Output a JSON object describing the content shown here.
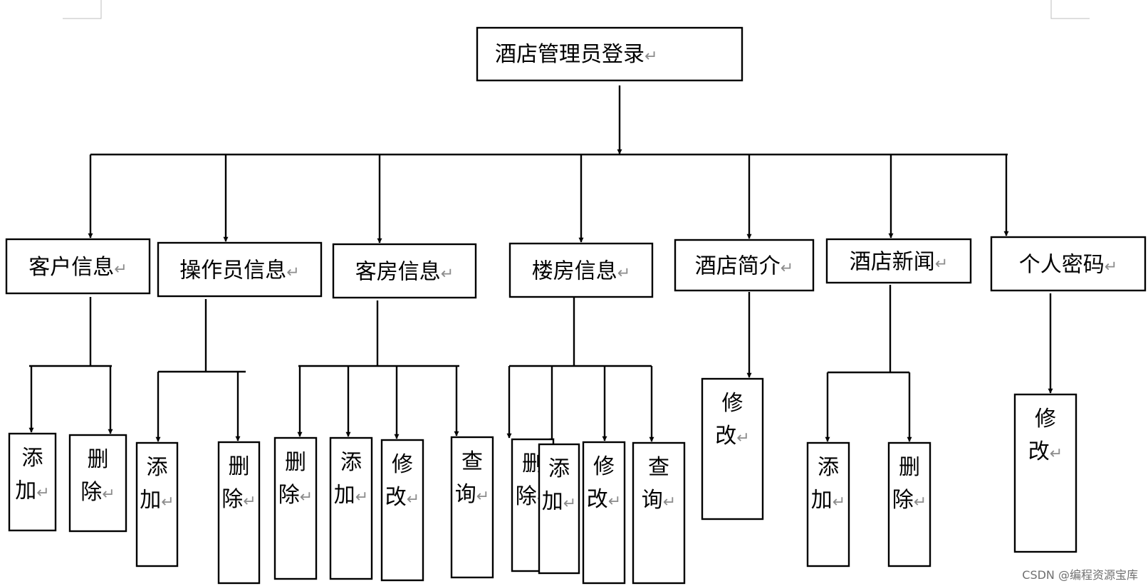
{
  "root": {
    "label": "酒店管理员登录"
  },
  "modules": [
    {
      "label": "客户信息",
      "children": [
        {
          "label": "添加"
        },
        {
          "label": "删除"
        }
      ]
    },
    {
      "label": "操作员信息",
      "children": [
        {
          "label": "添加"
        },
        {
          "label": "删除"
        }
      ]
    },
    {
      "label": "客房信息",
      "children": [
        {
          "label": "删除"
        },
        {
          "label": "添加"
        },
        {
          "label": "修改"
        },
        {
          "label": "查询"
        }
      ]
    },
    {
      "label": "楼房信息",
      "children": [
        {
          "label": "删除"
        },
        {
          "label": "添加"
        },
        {
          "label": "修改"
        },
        {
          "label": "查询"
        }
      ]
    },
    {
      "label": "酒店简介",
      "children": [
        {
          "label": "修改"
        }
      ]
    },
    {
      "label": "酒店新闻",
      "children": [
        {
          "label": "添加"
        },
        {
          "label": "删除"
        }
      ]
    },
    {
      "label": "个人密码",
      "children": [
        {
          "label": "修改"
        }
      ]
    }
  ],
  "return_mark": "↵",
  "watermark": "CSDN @编程资源宝库"
}
